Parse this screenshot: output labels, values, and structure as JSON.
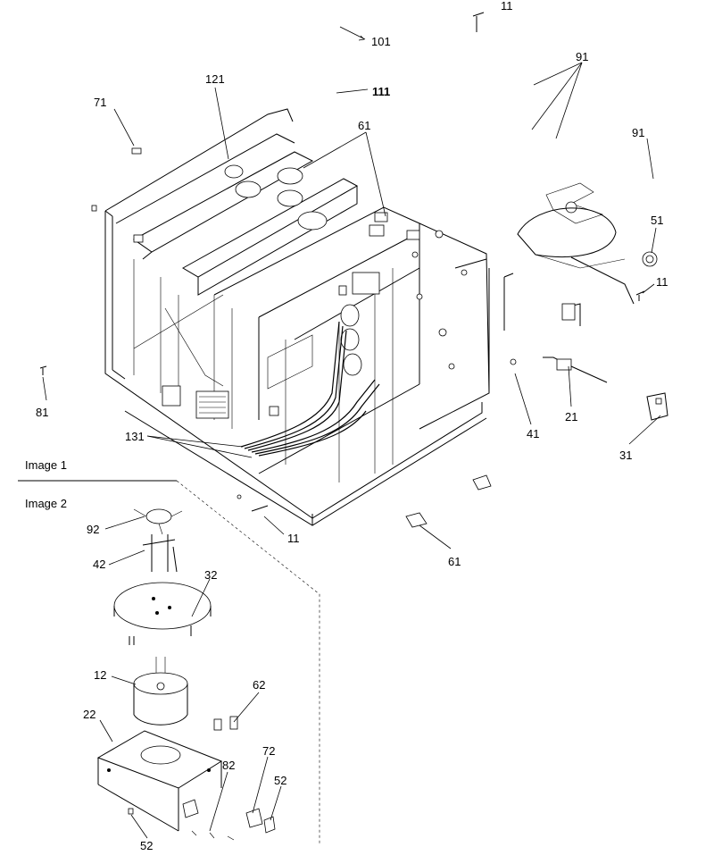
{
  "section_labels": {
    "image1": "Image 1",
    "image2": "Image 2"
  },
  "callouts": {
    "c11_top": "11",
    "c101": "101",
    "c91_top": "91",
    "c111": "111",
    "c121": "121",
    "c71": "71",
    "c61_top": "61",
    "c91_right": "91",
    "c51": "51",
    "c11_right": "11",
    "c81": "81",
    "c41": "41",
    "c21": "21",
    "c31": "31",
    "c131": "131",
    "c11_bottom": "11",
    "c61_bottom": "61",
    "c92": "92",
    "c42": "42",
    "c32": "32",
    "c12": "12",
    "c62": "62",
    "c22": "22",
    "c82": "82",
    "c72": "72",
    "c52_right": "52",
    "c52_bottom": "52"
  }
}
